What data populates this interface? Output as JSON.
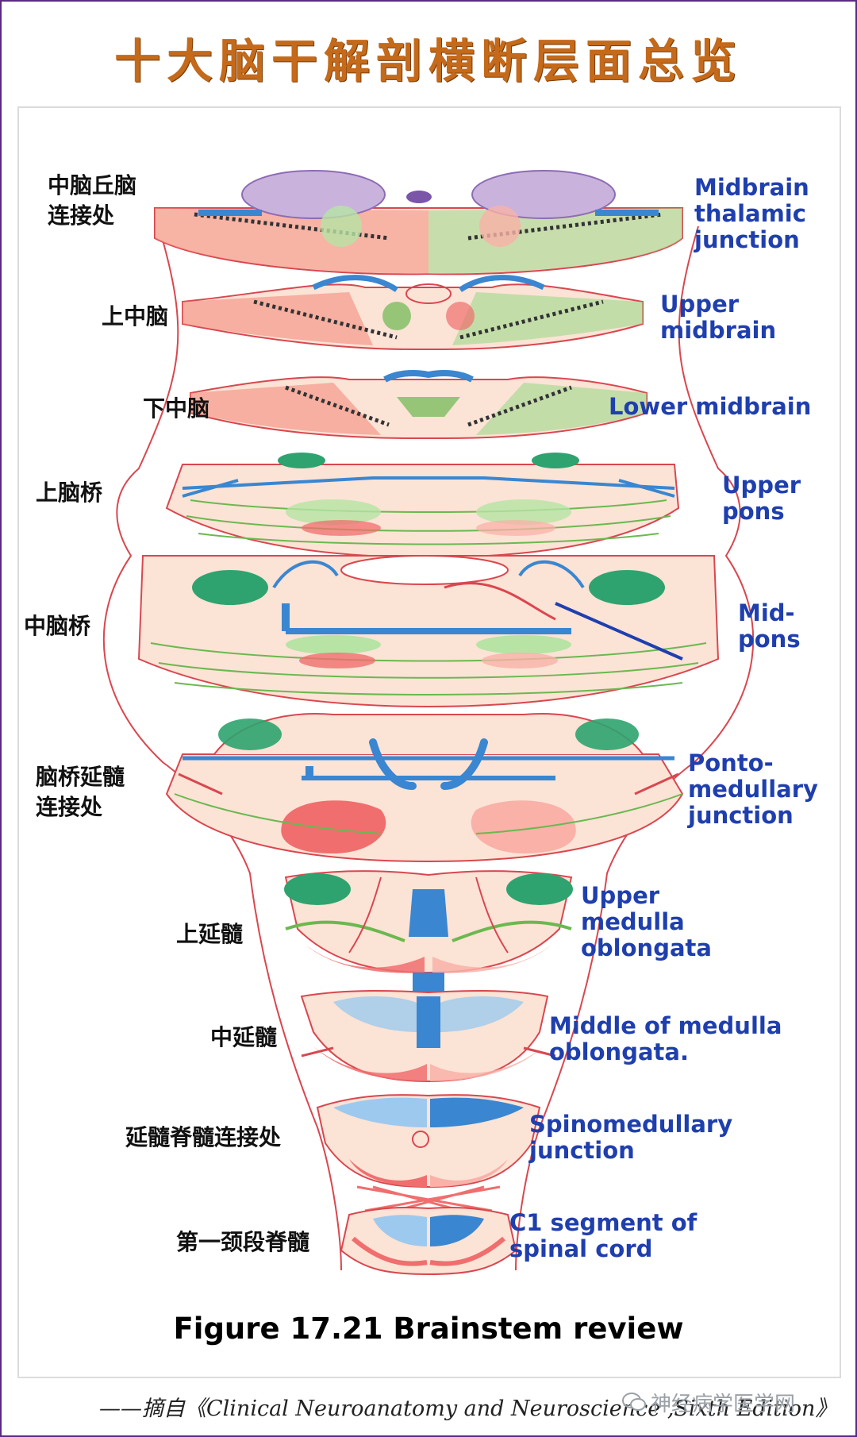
{
  "title": "十大脑干解剖横断层面总览",
  "caption": "Figure 17.21 Brainstem review",
  "source": "——摘自《Clinical Neuroanatomy and Neuroscience ,Sixth Edition》",
  "watermark": "神经病学医学网",
  "colors": {
    "title": "#c46a1a",
    "english_label": "#1f3fae",
    "outline": "#d9474f",
    "tissue": "#fbe3d6",
    "green_tract": "#8fcf6b",
    "red_tract": "#f06e6e",
    "blue_nucleus": "#3a86d1",
    "frame": "#5a2a82"
  },
  "sections": [
    {
      "cn": "中脑丘脑\n连接处",
      "en": "Midbrain\nthalamic\njunction"
    },
    {
      "cn": "上中脑",
      "en": "Upper\nmidbrain"
    },
    {
      "cn": "下中脑",
      "en": "Lower midbrain"
    },
    {
      "cn": "上脑桥",
      "en": "Upper\npons"
    },
    {
      "cn": "中脑桥",
      "en": "Mid-\npons"
    },
    {
      "cn": "脑桥延髓\n连接处",
      "en": "Ponto-\nmedullary\njunction"
    },
    {
      "cn": "上延髓",
      "en": "Upper\nmedulla\noblongata"
    },
    {
      "cn": "中延髓",
      "en": "Middle of medulla\noblongata."
    },
    {
      "cn": "延髓脊髓连接处",
      "en": "Spinomedullary\njunction"
    },
    {
      "cn": "第一颈段脊髓",
      "en": "C1 segment of\nspinal cord"
    }
  ]
}
